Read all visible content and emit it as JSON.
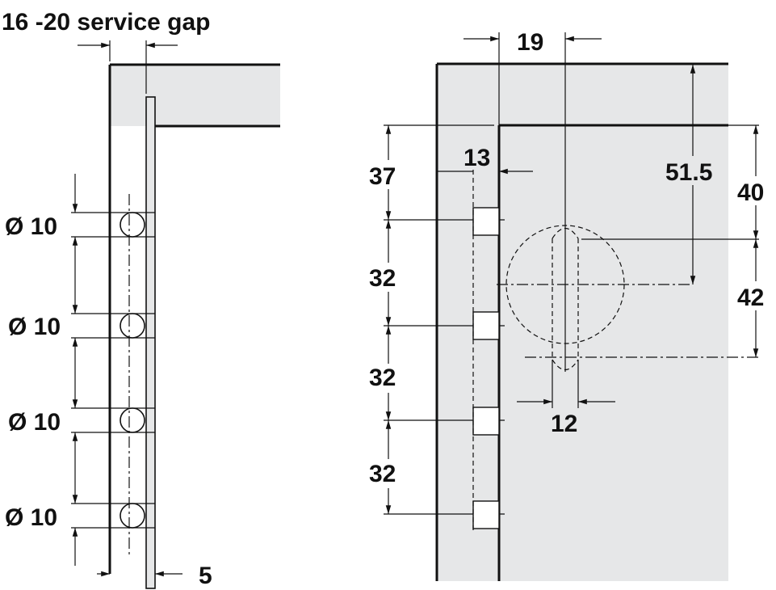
{
  "left_view": {
    "service_gap_label": "16 -20 service gap",
    "hole_labels": [
      "Ø 10",
      "Ø 10",
      "Ø 10",
      "Ø 10"
    ],
    "thickness_label": "5"
  },
  "right_view": {
    "top_offset_label": "19",
    "first_hole_label": "37",
    "edge_offset_label": "13",
    "pitch_labels": [
      "32",
      "32",
      "32"
    ],
    "fitting_depth_label": "51.5",
    "upper_label": "40",
    "lower_label": "42",
    "slot_width_label": "12"
  },
  "colors": {
    "panel_fill": "#e6e7e8",
    "line": "#111111",
    "background": "#ffffff"
  }
}
